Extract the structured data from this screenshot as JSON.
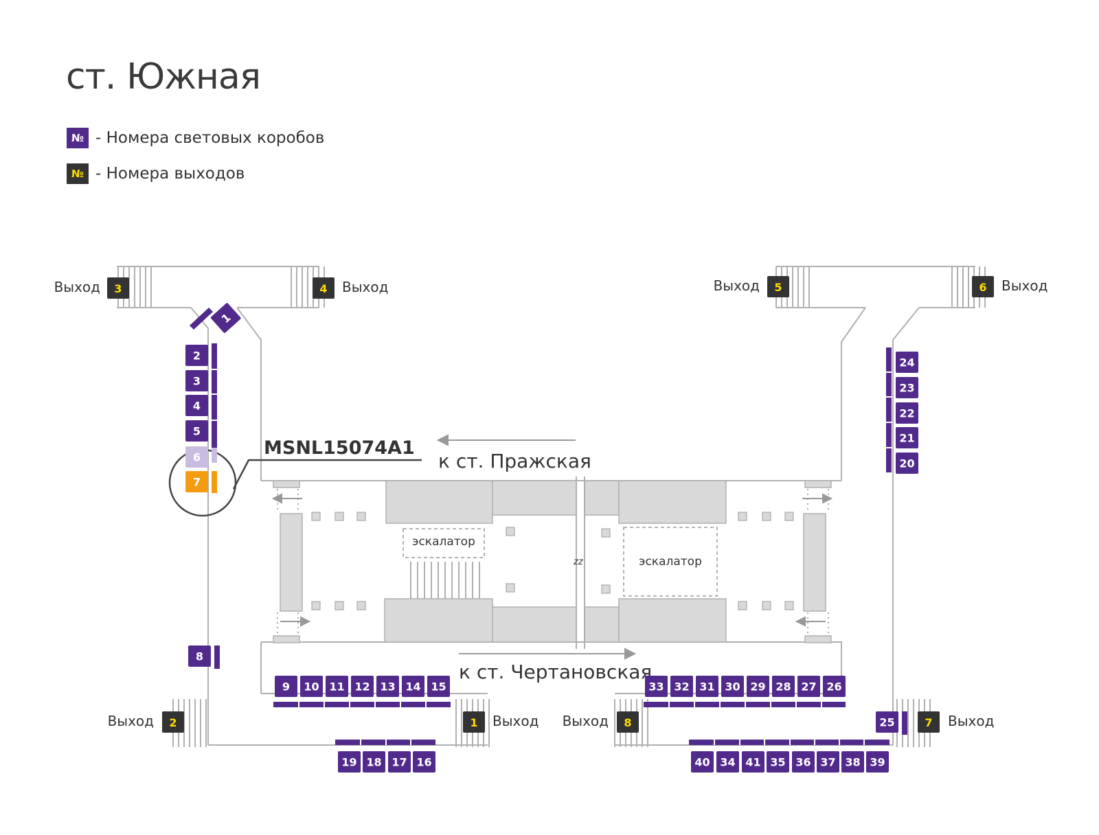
{
  "title": "ст. Южная",
  "legend": {
    "box_symbol": "№",
    "lightbox_text": "- Номера световых коробов",
    "exit_text": "- Номера выходов"
  },
  "colors": {
    "lightbox": "#512a8c",
    "exit_box": "#333333",
    "exit_number": "#ffdc00",
    "highlight": "#f39c12",
    "faded": "#c8bde0",
    "structure": "#d9d9d9",
    "line": "#b0b0b0"
  },
  "map": {
    "selected_code": "MSNL15074A1",
    "direction_north": "к ст. Пражская",
    "direction_south": "к ст. Чертановская",
    "escalator_label": "эскалатор",
    "break_mark": "zz",
    "exit_word": "Выход",
    "selected_box": "7",
    "faded_box": "6",
    "exits": [
      "1",
      "2",
      "3",
      "4",
      "5",
      "6",
      "7",
      "8"
    ],
    "lightboxes": [
      "1",
      "2",
      "3",
      "4",
      "5",
      "6",
      "7",
      "8",
      "9",
      "10",
      "11",
      "12",
      "13",
      "14",
      "15",
      "16",
      "17",
      "18",
      "19",
      "20",
      "21",
      "22",
      "23",
      "24",
      "25",
      "26",
      "27",
      "28",
      "29",
      "30",
      "31",
      "32",
      "33",
      "34",
      "35",
      "36",
      "37",
      "38",
      "39",
      "40",
      "41"
    ]
  }
}
